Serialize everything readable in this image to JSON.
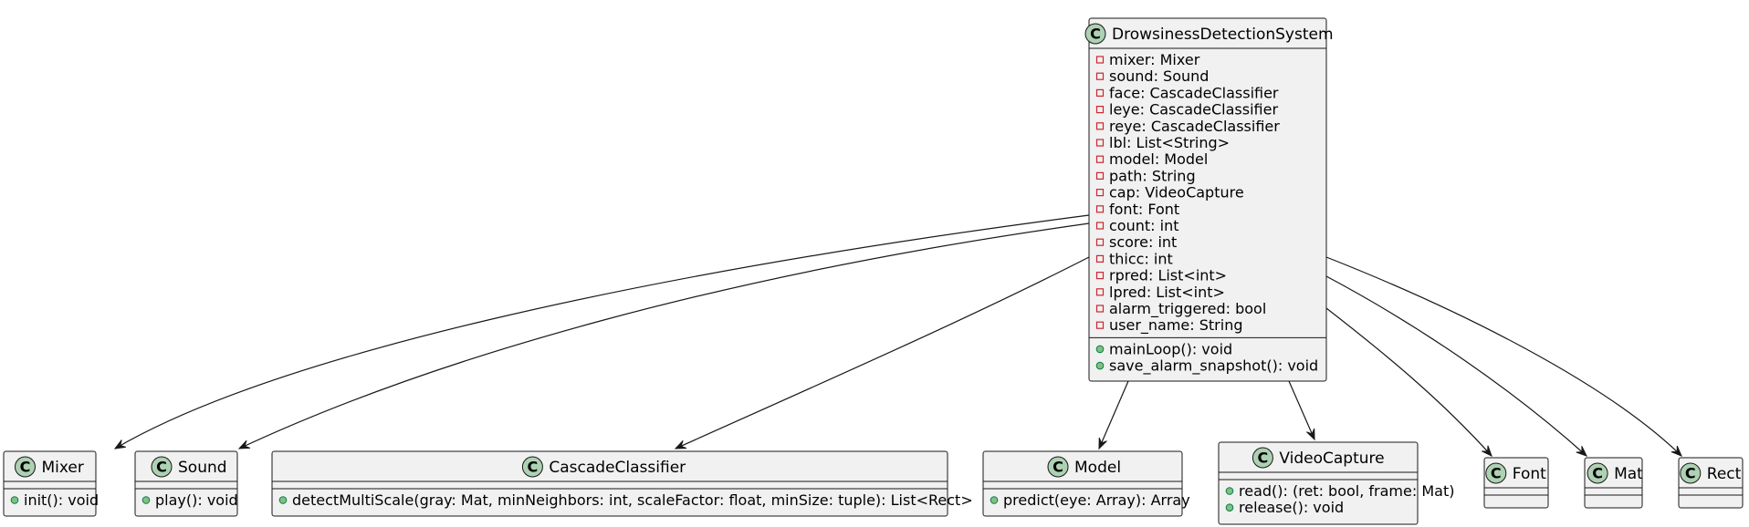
{
  "colors": {
    "class_fill": "#f1f1f1",
    "border": "#181818",
    "badge_fill": "#add1b2",
    "private_marker": "#c82930",
    "public_marker": "#84be84"
  },
  "icons": {
    "class_badge": "circle-c-icon",
    "private_marker": "square-private-icon",
    "public_marker": "circle-public-icon",
    "association_arrow": "arrow-icon"
  },
  "badge_letter": "C",
  "classes": [
    {
      "id": "DrowsinessDetectionSystem",
      "name": "DrowsinessDetectionSystem",
      "attributes": [
        {
          "vis": "private",
          "text": "mixer: Mixer"
        },
        {
          "vis": "private",
          "text": "sound: Sound"
        },
        {
          "vis": "private",
          "text": "face: CascadeClassifier"
        },
        {
          "vis": "private",
          "text": "leye: CascadeClassifier"
        },
        {
          "vis": "private",
          "text": "reye: CascadeClassifier"
        },
        {
          "vis": "private",
          "text": "lbl: List<String>"
        },
        {
          "vis": "private",
          "text": "model: Model"
        },
        {
          "vis": "private",
          "text": "path: String"
        },
        {
          "vis": "private",
          "text": "cap: VideoCapture"
        },
        {
          "vis": "private",
          "text": "font: Font"
        },
        {
          "vis": "private",
          "text": "count: int"
        },
        {
          "vis": "private",
          "text": "score: int"
        },
        {
          "vis": "private",
          "text": "thicc: int"
        },
        {
          "vis": "private",
          "text": "rpred: List<int>"
        },
        {
          "vis": "private",
          "text": "lpred: List<int>"
        },
        {
          "vis": "private",
          "text": "alarm_triggered: bool"
        },
        {
          "vis": "private",
          "text": "user_name: String"
        }
      ],
      "methods": [
        {
          "vis": "public",
          "text": "mainLoop(): void"
        },
        {
          "vis": "public",
          "text": "save_alarm_snapshot(): void"
        }
      ]
    },
    {
      "id": "Mixer",
      "name": "Mixer",
      "attributes": [],
      "methods": [
        {
          "vis": "public",
          "text": "init(): void"
        }
      ]
    },
    {
      "id": "Sound",
      "name": "Sound",
      "attributes": [],
      "methods": [
        {
          "vis": "public",
          "text": "play(): void"
        }
      ]
    },
    {
      "id": "CascadeClassifier",
      "name": "CascadeClassifier",
      "attributes": [],
      "methods": [
        {
          "vis": "public",
          "text": "detectMultiScale(gray: Mat, minNeighbors: int, scaleFactor: float, minSize: tuple): List<Rect>"
        }
      ]
    },
    {
      "id": "Model",
      "name": "Model",
      "attributes": [],
      "methods": [
        {
          "vis": "public",
          "text": "predict(eye: Array): Array"
        }
      ]
    },
    {
      "id": "VideoCapture",
      "name": "VideoCapture",
      "attributes": [],
      "methods": [
        {
          "vis": "public",
          "text": "read(): (ret: bool, frame: Mat)"
        },
        {
          "vis": "public",
          "text": "release(): void"
        }
      ]
    },
    {
      "id": "Font",
      "name": "Font",
      "attributes": [],
      "methods": []
    },
    {
      "id": "Mat",
      "name": "Mat",
      "attributes": [],
      "methods": []
    },
    {
      "id": "Rect",
      "name": "Rect",
      "attributes": [],
      "methods": []
    }
  ],
  "relations": [
    {
      "from": "DrowsinessDetectionSystem",
      "to": "Mixer",
      "kind": "association"
    },
    {
      "from": "DrowsinessDetectionSystem",
      "to": "Sound",
      "kind": "association"
    },
    {
      "from": "DrowsinessDetectionSystem",
      "to": "CascadeClassifier",
      "kind": "association"
    },
    {
      "from": "DrowsinessDetectionSystem",
      "to": "Model",
      "kind": "association"
    },
    {
      "from": "DrowsinessDetectionSystem",
      "to": "VideoCapture",
      "kind": "association"
    },
    {
      "from": "DrowsinessDetectionSystem",
      "to": "Font",
      "kind": "association"
    },
    {
      "from": "DrowsinessDetectionSystem",
      "to": "Mat",
      "kind": "association"
    },
    {
      "from": "DrowsinessDetectionSystem",
      "to": "Rect",
      "kind": "association"
    }
  ]
}
